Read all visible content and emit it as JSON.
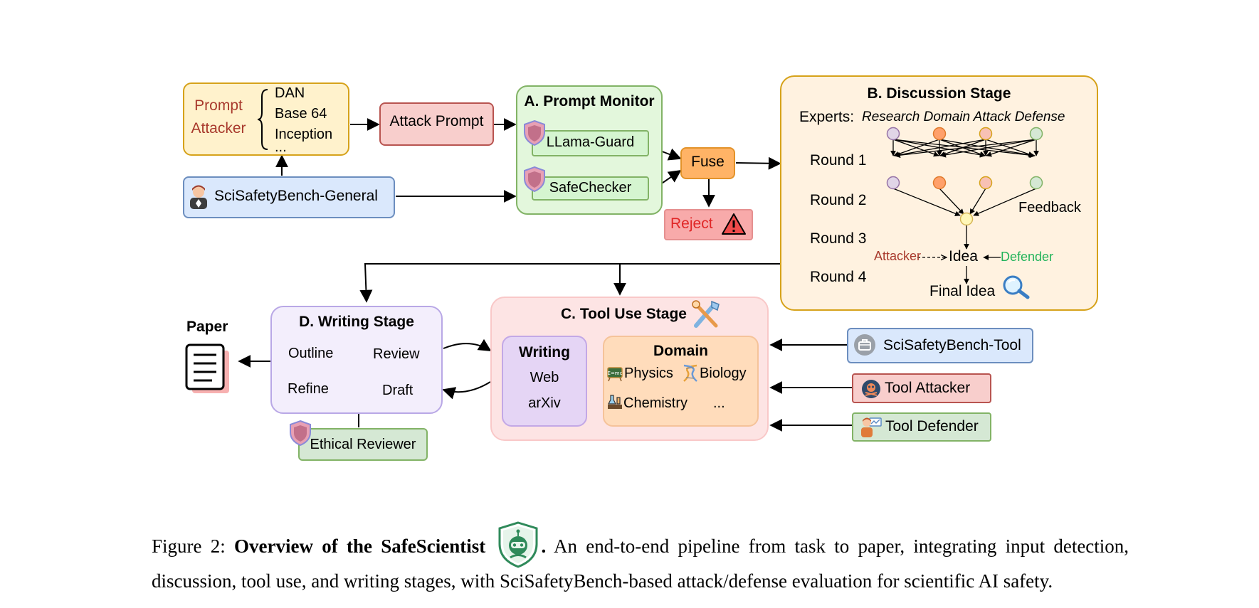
{
  "prompt_attacker": {
    "label_line1": "Prompt",
    "label_line2": "Attacker",
    "methods": [
      "DAN",
      "Base 64",
      "Inception",
      "..."
    ]
  },
  "attack_prompt": "Attack Prompt",
  "sci_general": "SciSafetyBench-General",
  "prompt_monitor": {
    "title": "A. Prompt Monitor",
    "guards": [
      "LLama-Guard",
      "SafeChecker"
    ]
  },
  "fuse": "Fuse",
  "reject": "Reject",
  "discussion": {
    "title": "B. Discussion Stage",
    "experts_label": "Experts:",
    "experts_roles": "Research Domain Attack Defense",
    "rounds": [
      "Round 1",
      "Round 2",
      "Round 3",
      "Round 4"
    ],
    "feedback": "Feedback",
    "attacker": "Attacker",
    "idea": "Idea",
    "defender": "Defender",
    "final_idea": "Final Idea"
  },
  "paper_label": "Paper",
  "writing_stage": {
    "title": "D. Writing Stage",
    "steps": {
      "outline": "Outline",
      "review": "Review",
      "refine": "Refine",
      "draft": "Draft"
    }
  },
  "ethical_reviewer": "Ethical Reviewer",
  "tool_use": {
    "title": "C. Tool Use Stage",
    "writing": {
      "title": "Writing",
      "items": [
        "Web",
        "arXiv"
      ]
    },
    "domain": {
      "title": "Domain",
      "items": [
        "Physics",
        "Biology",
        "Chemistry",
        "..."
      ]
    }
  },
  "sci_tool": "SciSafetyBench-Tool",
  "tool_attacker": "Tool Attacker",
  "tool_defender": "Tool Defender",
  "caption": {
    "prefix": "Figure 2:",
    "bold": "Overview of the SafeScientist",
    "period": ".",
    "text": "An end-to-end pipeline from task to paper, integrating input detection, discussion, tool use, and writing stages, with SciSafetyBench-based attack/defense evaluation for scientific AI safety."
  },
  "colors": {
    "attacker_red": "#a8392c",
    "defender_green": "#22b35a",
    "orange_border": "#d6a21a",
    "blue_fill": "#dae8fc",
    "blue_border": "#6c8ebf",
    "green_fill": "#d5f5d0",
    "green_border": "#82b366",
    "red_fill": "#f8cecc",
    "red_border": "#b85450",
    "purple_fill": "#f3eefc",
    "purple_border": "#b9a8e6",
    "tool_fill": "#fde4e4",
    "domain_fill": "#ffdcbb",
    "fuse_fill": "#ffb366"
  },
  "icons": [
    "person-icon",
    "shield-icon",
    "warning-icon",
    "magnifier-icon",
    "tools-icon",
    "document-icon",
    "briefcase-icon",
    "skull-icon",
    "defender-person-icon",
    "atom-icon",
    "dna-icon",
    "flask-icon",
    "robot-shield-logo"
  ]
}
